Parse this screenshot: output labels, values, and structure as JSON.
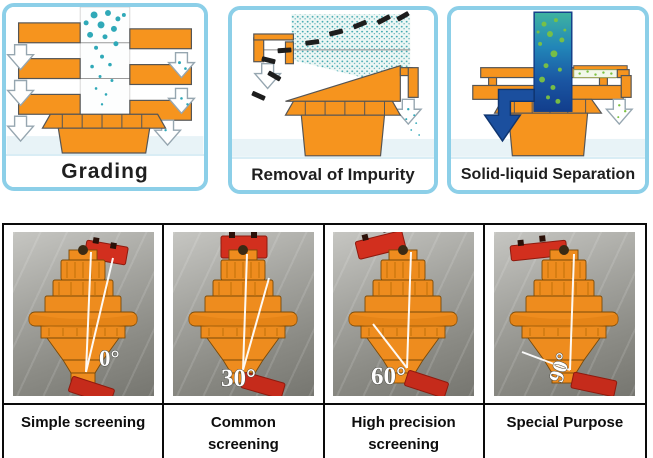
{
  "function_panels": [
    {
      "label": "Grading"
    },
    {
      "label": "Removal of Impurity"
    },
    {
      "label": "Solid-liquid Separation"
    }
  ],
  "screening_table": {
    "cells": [
      {
        "angle": "0°",
        "caption": "Simple screening"
      },
      {
        "angle": "30°",
        "caption": "Common screening"
      },
      {
        "angle": "60°",
        "caption": "High precision screening"
      },
      {
        "angle": "90°",
        "caption": "Special Purpose"
      }
    ]
  },
  "colors": {
    "panel_border_blue": "#8CCFE8",
    "machine_orange": "#F6941E",
    "particle_teal": "#2FA9B8",
    "impurity_black": "#1d1d1d",
    "liquid_dark_blue": "#1B4F9E",
    "particle_green": "#7CC242",
    "weight_red": "#D22F1E",
    "motor_orange": "#EE8C1E",
    "table_border": "#0a0a0a"
  }
}
